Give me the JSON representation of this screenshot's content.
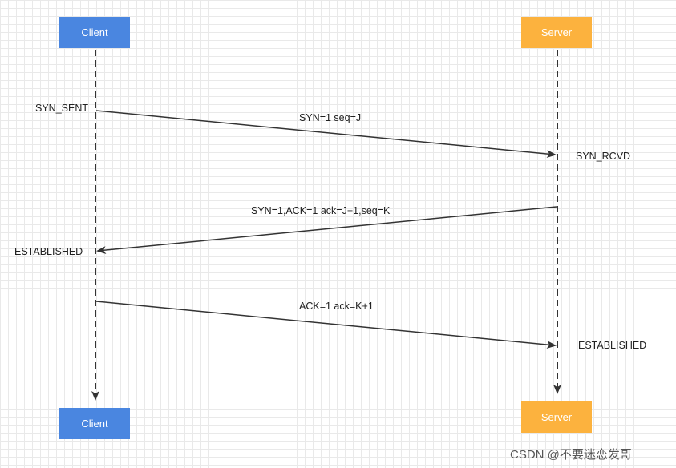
{
  "participants": {
    "client_top": "Client",
    "server_top": "Server",
    "client_bottom": "Client",
    "server_bottom": "Server"
  },
  "states": {
    "syn_sent": "SYN_SENT",
    "syn_rcvd": "SYN_RCVD",
    "client_established": "ESTABLISHED",
    "server_established": "ESTABLISHED"
  },
  "messages": {
    "first": "SYN=1 seq=J",
    "second": "SYN=1,ACK=1 ack=J+1,seq=K",
    "third": "ACK=1 ack=K+1"
  },
  "watermark": "CSDN @不要迷恋发哥",
  "colors": {
    "client": "#4a86e0",
    "server": "#fcb23e",
    "line": "#333333"
  }
}
